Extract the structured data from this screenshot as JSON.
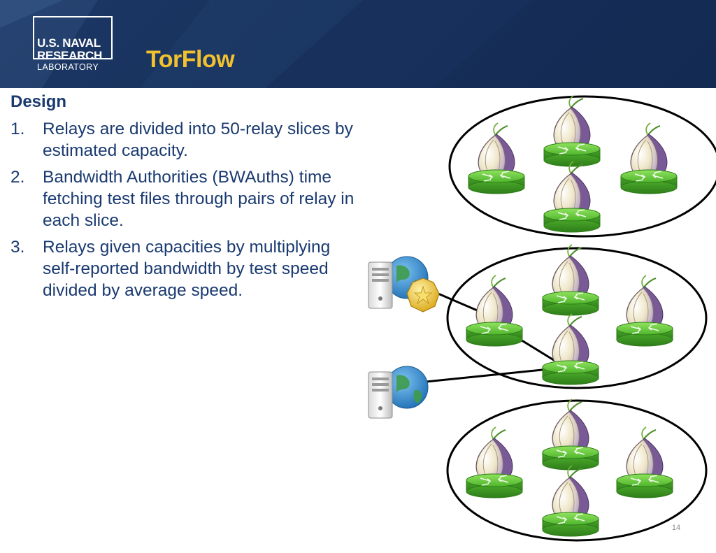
{
  "header": {
    "logo": {
      "line1": "U.S. NAVAL",
      "line2": "RESEARCH",
      "line3": "LABORATORY"
    },
    "title": "TorFlow"
  },
  "content": {
    "heading": "Design",
    "items": [
      {
        "number": "1.",
        "text": "Relays are divided into 50-relay slices by estimated capacity."
      },
      {
        "number": "2.",
        "text": "Bandwidth Authorities (BWAuths) time fetching test files through pairs of relay in each slice."
      },
      {
        "number": "3.",
        "text": "Relays given capacities by multiplying self-reported bandwidth by test speed divided by average speed."
      }
    ]
  },
  "diagram": {
    "slices": [
      {
        "relays": 4
      },
      {
        "relays": 4
      },
      {
        "relays": 4
      }
    ],
    "servers": [
      {
        "icon": "bwauth-server-icon",
        "badge": "badge-icon"
      },
      {
        "icon": "file-server-icon"
      }
    ],
    "relay_icon": "onion-router-icon",
    "colors": {
      "router": "#5fc33b",
      "router_edge": "#2e7d19",
      "onion": "#7a5a96",
      "ellipse": "#000000"
    }
  },
  "footer": {
    "page_number": "14"
  }
}
